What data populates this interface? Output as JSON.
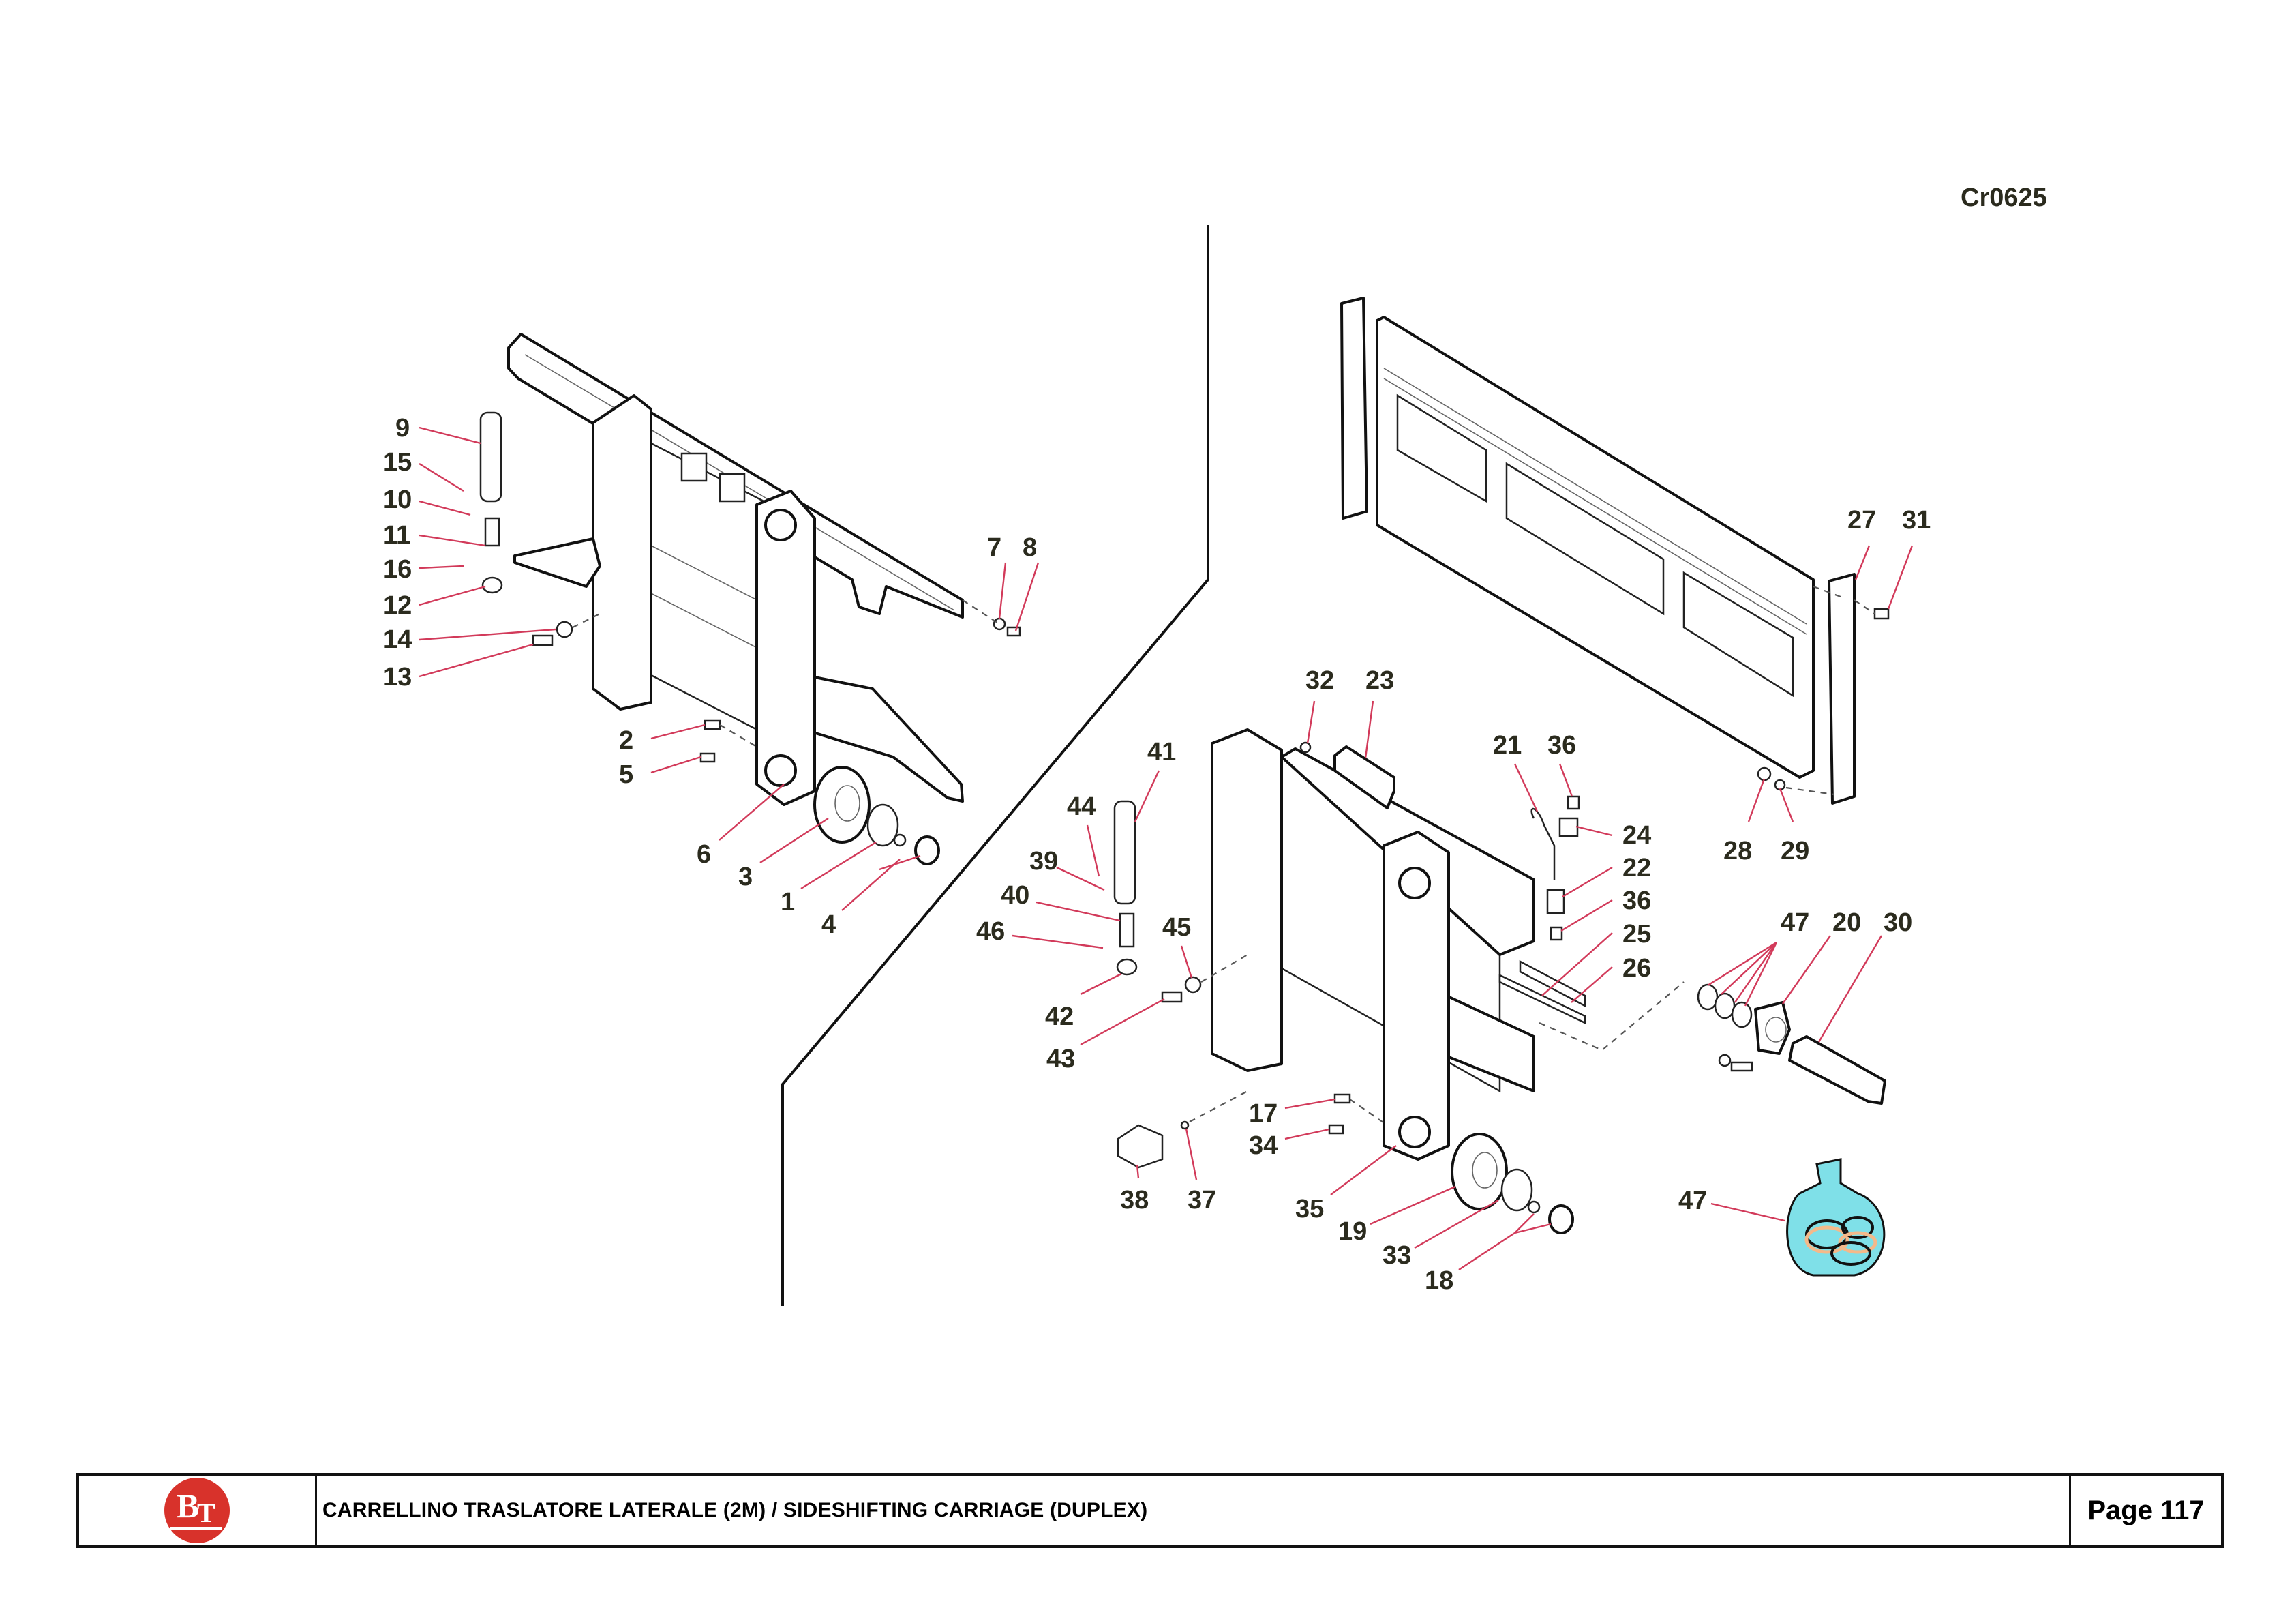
{
  "document": {
    "drawing_code": "Cr0625",
    "title": "CARRELLINO TRASLATORE LATERALE (2M) / SIDESHIFTING CARRIAGE  (DUPLEX)",
    "page_label": "Page 117",
    "logo_text": "BT",
    "logo_color": "#d8322b",
    "leader_color": "#d23a5a",
    "bag_color": "#7fe0e8"
  },
  "callouts": {
    "left_assembly": [
      "9",
      "15",
      "10",
      "11",
      "16",
      "12",
      "14",
      "13",
      "7",
      "8",
      "2",
      "5",
      "6",
      "3",
      "1",
      "4"
    ],
    "right_assembly": [
      "32",
      "23",
      "21",
      "36",
      "24",
      "22",
      "36",
      "25",
      "26",
      "41",
      "44",
      "39",
      "40",
      "46",
      "45",
      "42",
      "43",
      "27",
      "31",
      "28",
      "29",
      "47",
      "20",
      "30",
      "17",
      "34",
      "38",
      "37",
      "35",
      "19",
      "33",
      "18",
      "47"
    ]
  }
}
